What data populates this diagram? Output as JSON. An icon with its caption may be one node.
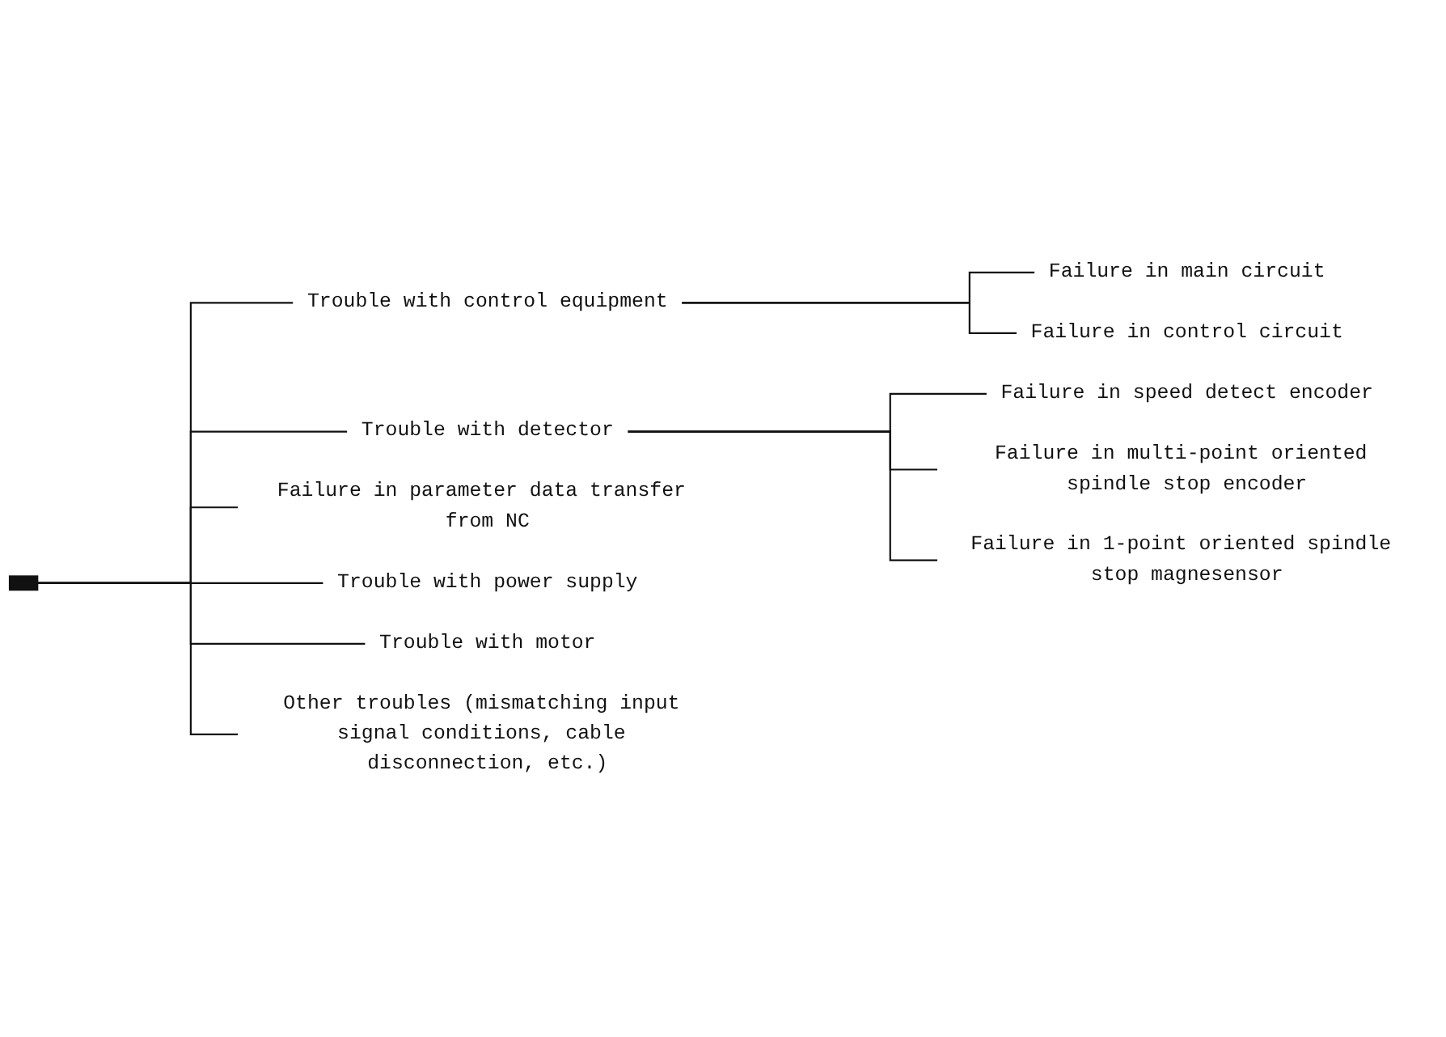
{
  "diagram": {
    "nodes": [
      {
        "text": [],
        "shape": "bar"
      },
      {
        "text": [
          "Trouble with control equipment"
        ]
      },
      {
        "text": [
          "Failure in main circuit"
        ]
      },
      {
        "text": [
          "Failure in control circuit"
        ]
      },
      {
        "text": [
          "Trouble with detector"
        ]
      },
      {
        "text": [
          "Failure in speed detect encoder"
        ]
      },
      {
        "text": [
          "Failure in multi-point oriented spindle stop encoder"
        ]
      },
      {
        "text": [
          "Failure in 1-point oriented spindle stop magnesensor"
        ]
      },
      {
        "text": [
          "Failure in parameter data transfer from NC"
        ]
      },
      {
        "text": [
          "Trouble with power supply"
        ]
      },
      {
        "text": [
          "Trouble with motor"
        ]
      },
      {
        "text": [
          "Other troubles (mismatching input signal conditions, cable disconnection, etc.)"
        ]
      }
    ],
    "edges": [
      {
        "from": 0,
        "to": 1,
        "arrow": "none"
      },
      {
        "from": 1,
        "to": 2,
        "arrow": "none"
      },
      {
        "from": 1,
        "to": 3,
        "arrow": "none"
      },
      {
        "from": 0,
        "to": 4,
        "arrow": "none"
      },
      {
        "from": 4,
        "to": 5,
        "arrow": "none"
      },
      {
        "from": 4,
        "to": 6,
        "arrow": "none"
      },
      {
        "from": 4,
        "to": 7,
        "arrow": "none"
      },
      {
        "from": 0,
        "to": 8,
        "arrow": "none"
      },
      {
        "from": 0,
        "to": 9,
        "arrow": "none"
      },
      {
        "from": 0,
        "to": 10,
        "arrow": "none"
      },
      {
        "from": 0,
        "to": 11,
        "arrow": "none"
      }
    ]
  }
}
